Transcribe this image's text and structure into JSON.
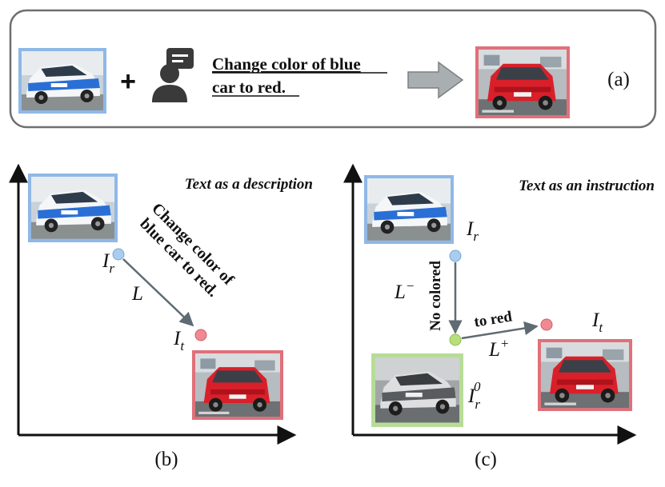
{
  "panel_a": {
    "plus": "+",
    "instruction_line1": "Change color of blue",
    "instruction_line2": "car to red.",
    "label": "(a)",
    "icons": [
      "source-car-image",
      "user-chat-icon",
      "right-arrow-icon",
      "target-car-image"
    ]
  },
  "panel_b": {
    "title": "Text as a description",
    "rotated_line1": "Change color of",
    "rotated_line2": "blue car to red.",
    "ir_label": "I",
    "ir_sub": "r",
    "it_label": "I",
    "it_sub": "t",
    "l_label": "L",
    "label": "(b)"
  },
  "panel_c": {
    "title": "Text as an instruction",
    "ir_label": "I",
    "ir_sub": "r",
    "it_label": "I",
    "it_sub": "t",
    "ir0_label": "I",
    "ir0_sub": "r",
    "ir0_sup": "0",
    "lminus_label": "L",
    "lminus_sup": "−",
    "lplus_label": "L",
    "lplus_sup": "+",
    "vertical_text": "No colored",
    "arrow_text": "to red",
    "label": "(c)"
  },
  "colors": {
    "blue_border": "#8fb8e6",
    "red_border": "#e0707a",
    "green_border": "#b7dc98",
    "blue_dot": "#a9cdee",
    "red_dot": "#f08a92",
    "green_dot": "#b7e07a",
    "arrow": "#5f6b72",
    "gray_arrow": "#9da3a6"
  }
}
